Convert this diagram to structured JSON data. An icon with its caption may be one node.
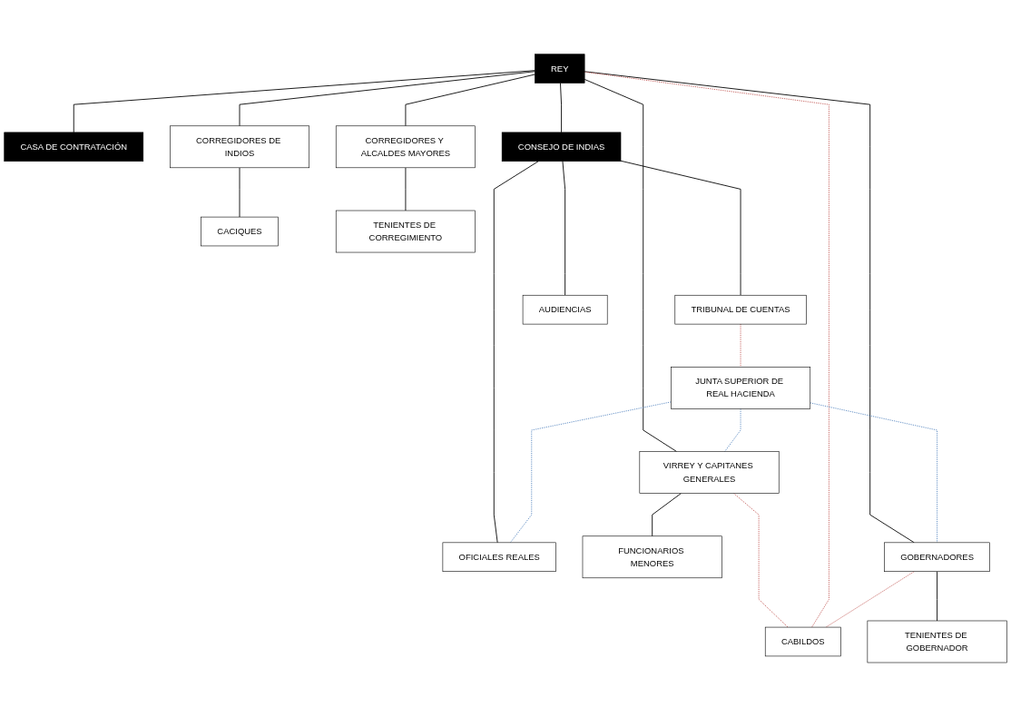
{
  "diagram": {
    "nodes": [
      {
        "text": [
          "TRIBUNAL DE CUENTAS"
        ]
      },
      {
        "text": [
          "CASA DE CONTRATACIÓN"
        ]
      },
      {
        "text": [
          "JUNTA SUPERIOR DE REAL HACIENDA"
        ]
      },
      {
        "text": [
          "OFICIALES REALES"
        ]
      },
      {
        "text": [
          "CONSEJO DE INDIAS"
        ]
      },
      {
        "text": [
          "AUDIENCIAS"
        ]
      },
      {
        "text": [
          "REY"
        ]
      },
      {
        "text": [
          "VIRREY Y CAPITANES GENERALES"
        ]
      },
      {
        "text": [
          "FUNCIONARIOS MENORES"
        ]
      },
      {
        "text": [
          "GOBERNADORES"
        ]
      },
      {
        "text": [
          "TENIENTES DE GOBERNADOR"
        ]
      },
      {
        "text": [
          "CABILDOS"
        ]
      },
      {
        "text": [
          "CORREGIDORES DE INDIOS"
        ]
      },
      {
        "text": [
          "CACIQUES"
        ]
      },
      {
        "text": [
          "CORREGIDORES Y ALCALDES MAYORES"
        ]
      },
      {
        "text": [
          "TENIENTES DE CORREGIMIENTO"
        ]
      }
    ],
    "edges": [
      {
        "from": 6,
        "to": 1,
        "arrow": "none"
      },
      {
        "from": 6,
        "to": 4,
        "arrow": "none"
      },
      {
        "from": 4,
        "to": 0,
        "arrow": "none"
      },
      {
        "from": 4,
        "to": 3,
        "arrow": "none"
      },
      {
        "from": 4,
        "to": 5,
        "arrow": "none"
      },
      {
        "from": 6,
        "to": 7,
        "arrow": "none"
      },
      {
        "from": 7,
        "to": 8,
        "arrow": "none"
      },
      {
        "from": 6,
        "to": 9,
        "arrow": "none"
      },
      {
        "from": 9,
        "to": 10,
        "arrow": "none"
      },
      {
        "from": 6,
        "to": 12,
        "arrow": "none"
      },
      {
        "from": 12,
        "to": 13,
        "arrow": "none"
      },
      {
        "from": 6,
        "to": 14,
        "arrow": "none"
      },
      {
        "from": 14,
        "to": 15,
        "arrow": "none"
      },
      {
        "from": 0,
        "to": 2,
        "arrow": "none",
        "style": "dashed",
        "color": "#c0504d"
      },
      {
        "from": 7,
        "to": 11,
        "arrow": "none",
        "style": "dashed",
        "color": "#c0504d"
      },
      {
        "from": 6,
        "to": 11,
        "arrow": "none",
        "style": "dashed",
        "color": "#c0504d"
      },
      {
        "from": 9,
        "to": 11,
        "arrow": "none",
        "style": "dashed",
        "color": "#c0504d"
      },
      {
        "from": 2,
        "to": 7,
        "arrow": "none",
        "style": "dashed",
        "color": "#4f81bd"
      },
      {
        "from": 2,
        "to": 3,
        "arrow": "none",
        "style": "dashed",
        "color": "#4f81bd"
      },
      {
        "from": 2,
        "to": 9,
        "arrow": "none",
        "style": "dashed",
        "color": "#4f81bd"
      }
    ]
  }
}
